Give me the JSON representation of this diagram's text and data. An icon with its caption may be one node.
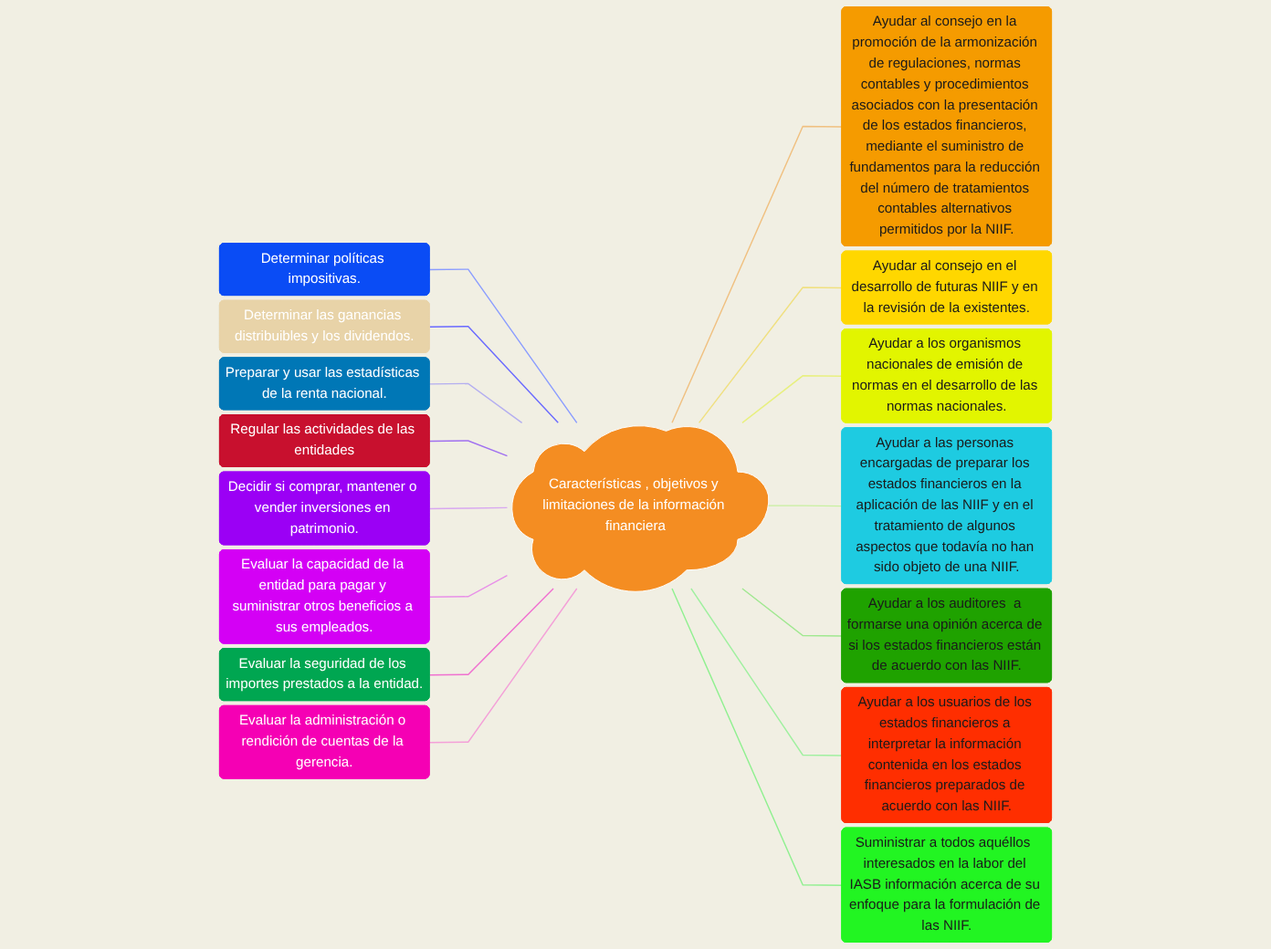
{
  "diagram": {
    "nodes": [
      {
        "text": [
          "Características , objetivos y limitaciones de la información financiera"
        ]
      },
      {
        "text": [
          "Determinar políticas impositivas."
        ]
      },
      {
        "text": [
          "Determinar las ganancias distribuibles y los dividendos."
        ]
      },
      {
        "text": [
          "Preparar y usar las estadísticas de la renta nacional."
        ]
      },
      {
        "text": [
          "Regular las actividades de las entidades"
        ]
      },
      {
        "text": [
          "Decidir si comprar, mantener o vender inversiones en patrimonio."
        ]
      },
      {
        "text": [
          "Evaluar la capacidad de la entidad para pagar y suministrar otros beneficios a sus empleados."
        ]
      },
      {
        "text": [
          "Evaluar la seguridad de los importes prestados a la entidad."
        ]
      },
      {
        "text": [
          "Evaluar la administración o rendición de cuentas de la gerencia."
        ]
      },
      {
        "text": [
          "Ayudar al consejo en la promoción de la armonización de regulaciones, normas contables y procedimientos asociados con la presentación de los estados financieros, mediante el suministro de fundamentos para la reducción del número de tratamientos contables alternativos permitidos por la NIIF."
        ]
      },
      {
        "text": [
          "Ayudar al consejo en el desarrollo de futuras NIIF y en la revisión de la existentes."
        ]
      },
      {
        "text": [
          "Ayudar a los organismos nacionales de emisión de normas en el desarrollo de las normas nacionales."
        ]
      },
      {
        "text": [
          "Ayudar a las personas encargadas de preparar los estados financieros en la aplicación de las NIIF y en el tratamiento de algunos aspectos que todavía no han sido objeto de una NIIF."
        ]
      },
      {
        "text": [
          "Ayudar a los auditores  a formarse una opinión acerca de si los estados financieros están de acuerdo con las NIIF."
        ]
      },
      {
        "text": [
          "Ayudar a los usuarios de los estados financieros a interpretar la información contenida en los estados financieros preparados de acuerdo con las NIIF."
        ]
      },
      {
        "text": [
          "Suministrar a todos aquéllos  interesados en la labor del IASB información acerca de su enfoque para la formulación de las NIIF."
        ]
      }
    ],
    "edges": [
      {
        "from": 0,
        "to": 1,
        "arrow": "none",
        "color": "#8a9cff"
      },
      {
        "from": 0,
        "to": 2,
        "arrow": "none",
        "color": "#6a6aff"
      },
      {
        "from": 0,
        "to": 3,
        "arrow": "none",
        "color": "#b4aef0"
      },
      {
        "from": 0,
        "to": 4,
        "arrow": "none",
        "color": "#a070f0"
      },
      {
        "from": 0,
        "to": 5,
        "arrow": "none",
        "color": "#d8a8f0"
      },
      {
        "from": 0,
        "to": 6,
        "arrow": "none",
        "color": "#e890e8"
      },
      {
        "from": 0,
        "to": 7,
        "arrow": "none",
        "color": "#f070d0"
      },
      {
        "from": 0,
        "to": 8,
        "arrow": "none",
        "color": "#f4a0d8"
      },
      {
        "from": 0,
        "to": 9,
        "arrow": "none",
        "color": "#f0c080"
      },
      {
        "from": 0,
        "to": 10,
        "arrow": "none",
        "color": "#f0e080"
      },
      {
        "from": 0,
        "to": 11,
        "arrow": "none",
        "color": "#e8f080"
      },
      {
        "from": 0,
        "to": 12,
        "arrow": "none",
        "color": "#c8f0a0"
      },
      {
        "from": 0,
        "to": 13,
        "arrow": "none",
        "color": "#a0e890"
      },
      {
        "from": 0,
        "to": 14,
        "arrow": "none",
        "color": "#a0f0a0"
      },
      {
        "from": 0,
        "to": 15,
        "arrow": "none",
        "color": "#90f090"
      }
    ]
  }
}
